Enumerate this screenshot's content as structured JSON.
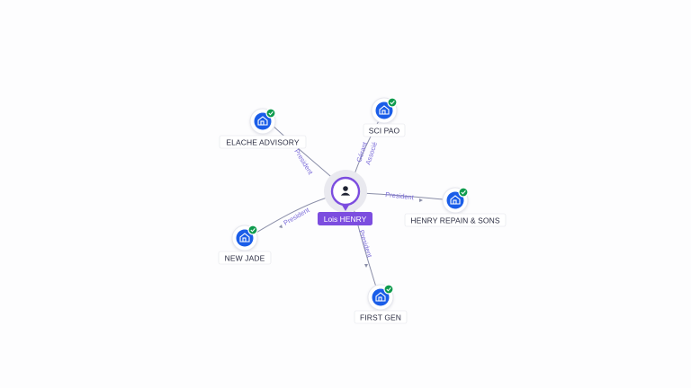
{
  "graph": {
    "center": {
      "label": "Lois HENRY",
      "icon": "person-icon"
    },
    "companies": [
      {
        "key": "elache",
        "label": "ELACHE ADVISORY",
        "icon": "company-building-icon",
        "status": "verified-check-icon"
      },
      {
        "key": "scipao",
        "label": "SCI PAO",
        "icon": "company-building-icon",
        "status": "verified-check-icon"
      },
      {
        "key": "henryrepain",
        "label": "HENRY REPAIN & SONS",
        "icon": "company-building-icon",
        "status": "verified-check-icon"
      },
      {
        "key": "newjade",
        "label": "NEW JADE",
        "icon": "company-building-icon",
        "status": "verified-check-icon"
      },
      {
        "key": "firstgen",
        "label": "FIRST GEN",
        "icon": "company-building-icon",
        "status": "verified-check-icon"
      }
    ],
    "relations": [
      {
        "to": "elache",
        "label": "President"
      },
      {
        "to": "scipao",
        "label": "Gérant",
        "label2": "Associé"
      },
      {
        "to": "henryrepain",
        "label": "President"
      },
      {
        "to": "newjade",
        "label": "President"
      },
      {
        "to": "firstgen",
        "label": "President"
      }
    ],
    "colors": {
      "person_accent": "#7c4ddf",
      "company_blue": "#1a5de8",
      "verified_green": "#0f9b4e",
      "relation_text": "#7b6cd9",
      "edge": "#8a8ea8"
    }
  }
}
